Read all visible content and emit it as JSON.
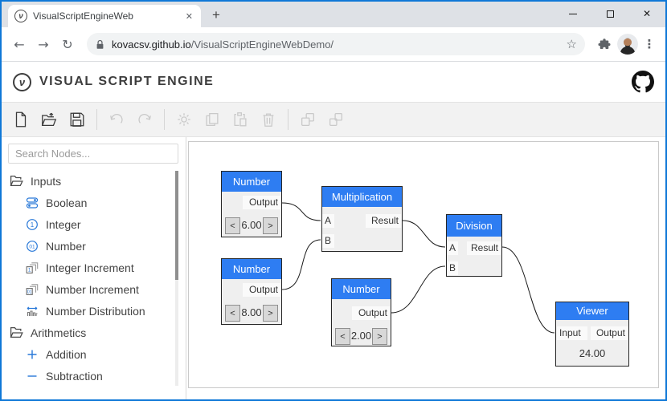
{
  "window": {
    "tab": {
      "title": "VisualScriptEngineWeb",
      "favicon_glyph": "ν"
    },
    "url": {
      "domain": "kovacsv.github.io",
      "path": "/VisualScriptEngineWebDemo/"
    }
  },
  "icons": {
    "close": "✕",
    "new_tab": "+",
    "back": "←",
    "forward": "→",
    "refresh": "↻",
    "star": "☆",
    "menu": "⋮"
  },
  "app": {
    "title": "VISUAL SCRIPT ENGINE",
    "logo_glyph": "ν"
  },
  "toolbar": {
    "buttons": [
      {
        "name": "new-file",
        "enabled": true
      },
      {
        "name": "open-file",
        "enabled": true
      },
      {
        "name": "save-file",
        "enabled": true
      },
      {
        "name": "undo",
        "enabled": false
      },
      {
        "name": "redo",
        "enabled": false
      },
      {
        "name": "settings",
        "enabled": false
      },
      {
        "name": "copy",
        "enabled": false
      },
      {
        "name": "paste",
        "enabled": false
      },
      {
        "name": "delete",
        "enabled": false
      },
      {
        "name": "group",
        "enabled": false
      },
      {
        "name": "ungroup",
        "enabled": false
      }
    ]
  },
  "sidebar": {
    "search_placeholder": "Search Nodes...",
    "tree": [
      {
        "label": "Inputs",
        "kind": "folder"
      },
      {
        "label": "Boolean",
        "kind": "leaf"
      },
      {
        "label": "Integer",
        "kind": "leaf"
      },
      {
        "label": "Number",
        "kind": "leaf"
      },
      {
        "label": "Integer Increment",
        "kind": "leaf"
      },
      {
        "label": "Number Increment",
        "kind": "leaf"
      },
      {
        "label": "Number Distribution",
        "kind": "leaf"
      },
      {
        "label": "Arithmetics",
        "kind": "folder"
      },
      {
        "label": "Addition",
        "kind": "leaf"
      },
      {
        "label": "Subtraction",
        "kind": "leaf"
      }
    ]
  },
  "graph": {
    "nodes": {
      "n1": {
        "title": "Number",
        "out": "Output",
        "dec": "<",
        "value": "6.00",
        "inc": ">"
      },
      "n2": {
        "title": "Number",
        "out": "Output",
        "dec": "<",
        "value": "8.00",
        "inc": ">"
      },
      "n3": {
        "title": "Number",
        "out": "Output",
        "dec": "<",
        "value": "2.00",
        "inc": ">"
      },
      "mul": {
        "title": "Multiplication",
        "a": "A",
        "b": "B",
        "out": "Result"
      },
      "div": {
        "title": "Division",
        "a": "A",
        "b": "B",
        "out": "Result"
      },
      "viewer": {
        "title": "Viewer",
        "in": "Input",
        "out": "Output",
        "value": "24.00"
      }
    },
    "connections": [
      {
        "from": "Number(6.00).Output",
        "to": "Multiplication.A"
      },
      {
        "from": "Number(8.00).Output",
        "to": "Multiplication.B"
      },
      {
        "from": "Multiplication.Result",
        "to": "Division.A"
      },
      {
        "from": "Number(2.00).Output",
        "to": "Division.B"
      },
      {
        "from": "Division.Result",
        "to": "Viewer.Input"
      }
    ]
  },
  "colors": {
    "window_border": "#0f78d7",
    "node_header_blue": "#2e7df2",
    "sidebar_icon_blue": "#2878d8"
  }
}
